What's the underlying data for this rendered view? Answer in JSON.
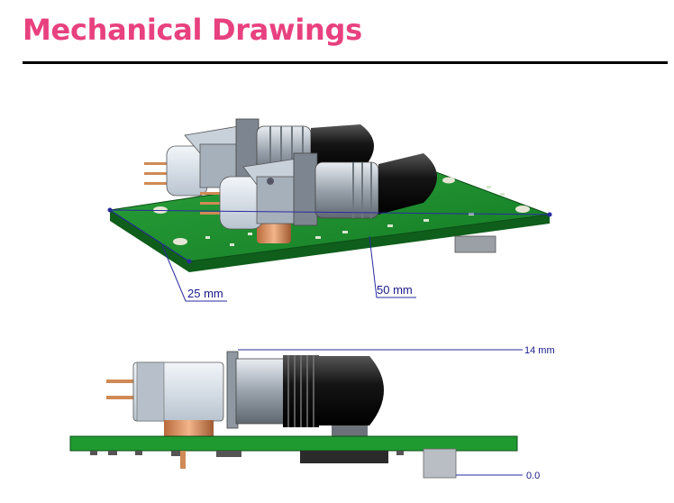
{
  "page": {
    "title": "Mechanical Drawings"
  },
  "iso_view": {
    "dim_width": "25 mm",
    "dim_length": "50 mm"
  },
  "side_view": {
    "dim_height": "14 mm",
    "dim_zero": "0.0"
  },
  "colors": {
    "title": "#e8417f",
    "pcb": "#1e8c2e",
    "dimension": "#1a1a8c"
  }
}
